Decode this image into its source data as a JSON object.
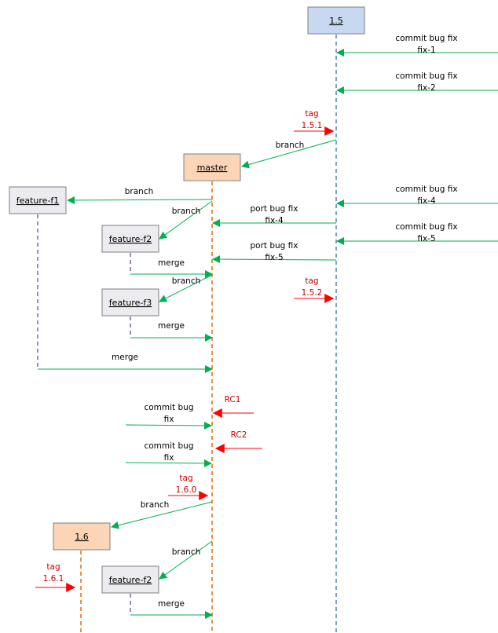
{
  "colors": {
    "release_box_fill": "#c6d9f1",
    "release_box_stroke": "#7f7f7f",
    "master_box_fill": "#fbd5b5",
    "feature_box_fill": "#ebebf0",
    "release_lifeline": "#4f81bd",
    "master_lifeline": "#e46c0a",
    "feature_lifeline": "#8064a2",
    "message_arrow": "#00b050",
    "tag_arrow": "#ff0000",
    "tag_text": "#cc0000"
  },
  "boxes": {
    "release_1_5": "1.5",
    "master": "master",
    "feature_f1": "feature-f1",
    "feature_f2_a": "feature-f2",
    "feature_f3": "feature-f3",
    "release_1_6": "1.6",
    "feature_f2_b": "feature-f2"
  },
  "messages": {
    "commit_fix1": [
      "commit bug fix",
      "fix-1"
    ],
    "commit_fix2": [
      "commit bug fix",
      "fix-2"
    ],
    "branch_master": [
      "branch"
    ],
    "branch_f1": [
      "branch"
    ],
    "branch_f2": [
      "branch"
    ],
    "commit_fix4": [
      "commit bug fix",
      "fix-4"
    ],
    "port_fix4": [
      "port bug fix",
      "fix-4"
    ],
    "commit_fix5": [
      "commit bug fix",
      "fix-5"
    ],
    "port_fix5": [
      "port bug fix",
      "fix-5"
    ],
    "merge_f2": [
      "merge"
    ],
    "branch_f3": [
      "branch"
    ],
    "merge_f3": [
      "merge"
    ],
    "merge_f1": [
      "merge"
    ],
    "commit_master_1": [
      "commit bug",
      "fix"
    ],
    "commit_master_2": [
      "commit bug",
      "fix"
    ],
    "branch_1_6": [
      "branch"
    ],
    "branch_f2b": [
      "branch"
    ],
    "merge_f2b": [
      "merge"
    ]
  },
  "tags": {
    "tag_1_5_1": [
      "tag",
      "1.5.1"
    ],
    "tag_1_5_2": [
      "tag",
      "1.5.2"
    ],
    "rc1": [
      "RC1"
    ],
    "rc2": [
      "RC2"
    ],
    "tag_1_6_0": [
      "tag",
      "1.6.0"
    ],
    "tag_1_6_1": [
      "tag",
      "1.6.1"
    ]
  }
}
